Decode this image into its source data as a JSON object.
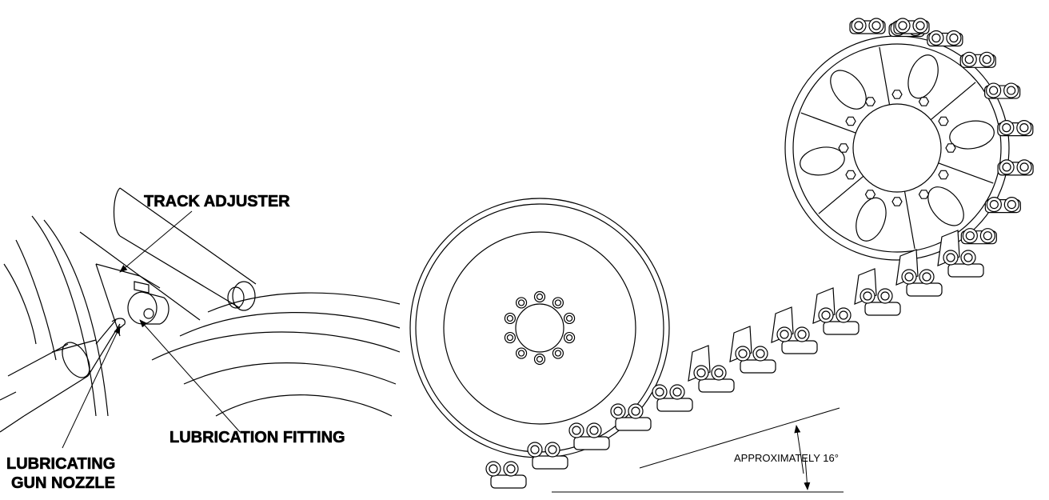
{
  "labels": {
    "track_adjuster": "TRACK ADJUSTER",
    "lubrication_fitting": "LUBRICATION FITTING",
    "gun_nozzle_line1": "LUBRICATING",
    "gun_nozzle_line2": "GUN NOZZLE",
    "angle": "APPROXIMATELY 16°"
  },
  "colors": {
    "ink": "#000000",
    "paper": "#ffffff"
  },
  "icons": [
    "arrow-head-icon"
  ]
}
